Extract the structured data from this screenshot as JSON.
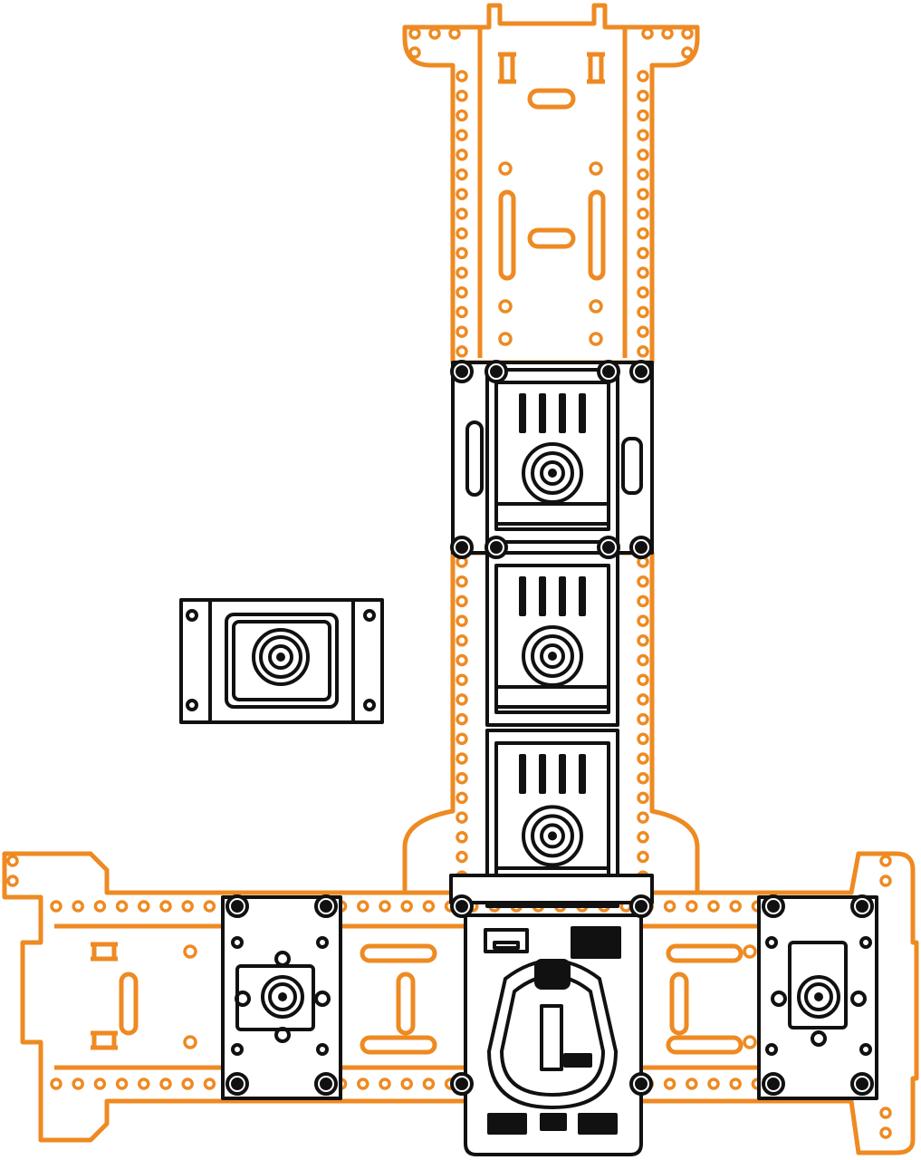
{
  "colors": {
    "chassis_orange": "#ee8a22",
    "module_black": "#111111",
    "background": "#ffffff"
  },
  "parts": {
    "top_plate": "orange-long-plate",
    "bottom_plate": "orange-wide-plate",
    "brain": "robot-brain-module",
    "motors": [
      "smart-motor",
      "smart-motor",
      "smart-motor",
      "smart-motor",
      "smart-motor",
      "smart-motor"
    ]
  },
  "labels": []
}
